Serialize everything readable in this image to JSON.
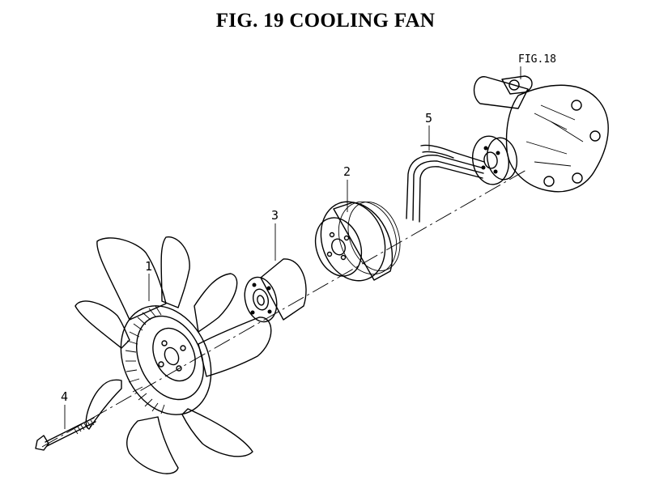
{
  "title": "FIG. 19  COOLING FAN",
  "reference_label": "FIG.18",
  "callouts": {
    "fan": "1",
    "pulley": "2",
    "spacer": "3",
    "bolt": "4",
    "belt": "5"
  }
}
